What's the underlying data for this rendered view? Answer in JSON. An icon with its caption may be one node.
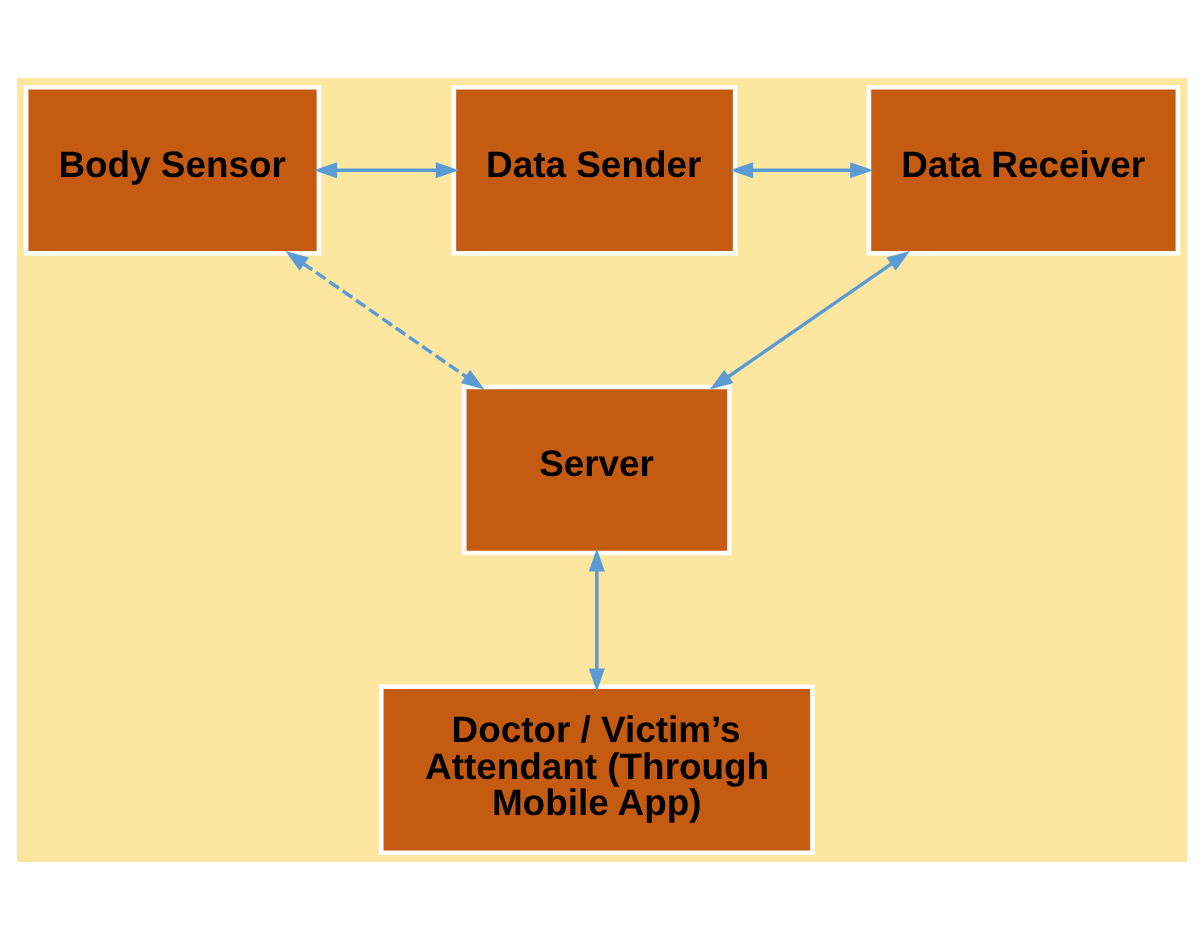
{
  "diagram": {
    "nodes": [
      {
        "text": [
          "Body Sensor"
        ]
      },
      {
        "text": [
          "Data Sender"
        ]
      },
      {
        "text": [
          "Data Receiver"
        ]
      },
      {
        "text": [
          "Server"
        ]
      },
      {
        "text": [
          "Doctor / Victim’s Attendant (Through Mobile App)"
        ]
      }
    ],
    "edges": [
      {
        "from": 0,
        "to": 1,
        "arrow": "both"
      },
      {
        "from": 1,
        "to": 2,
        "arrow": "both"
      },
      {
        "from": 0,
        "to": 3,
        "arrow": "both",
        "style": "dashed"
      },
      {
        "from": 2,
        "to": 3,
        "arrow": "both"
      },
      {
        "from": 3,
        "to": 4,
        "arrow": "both"
      }
    ]
  }
}
